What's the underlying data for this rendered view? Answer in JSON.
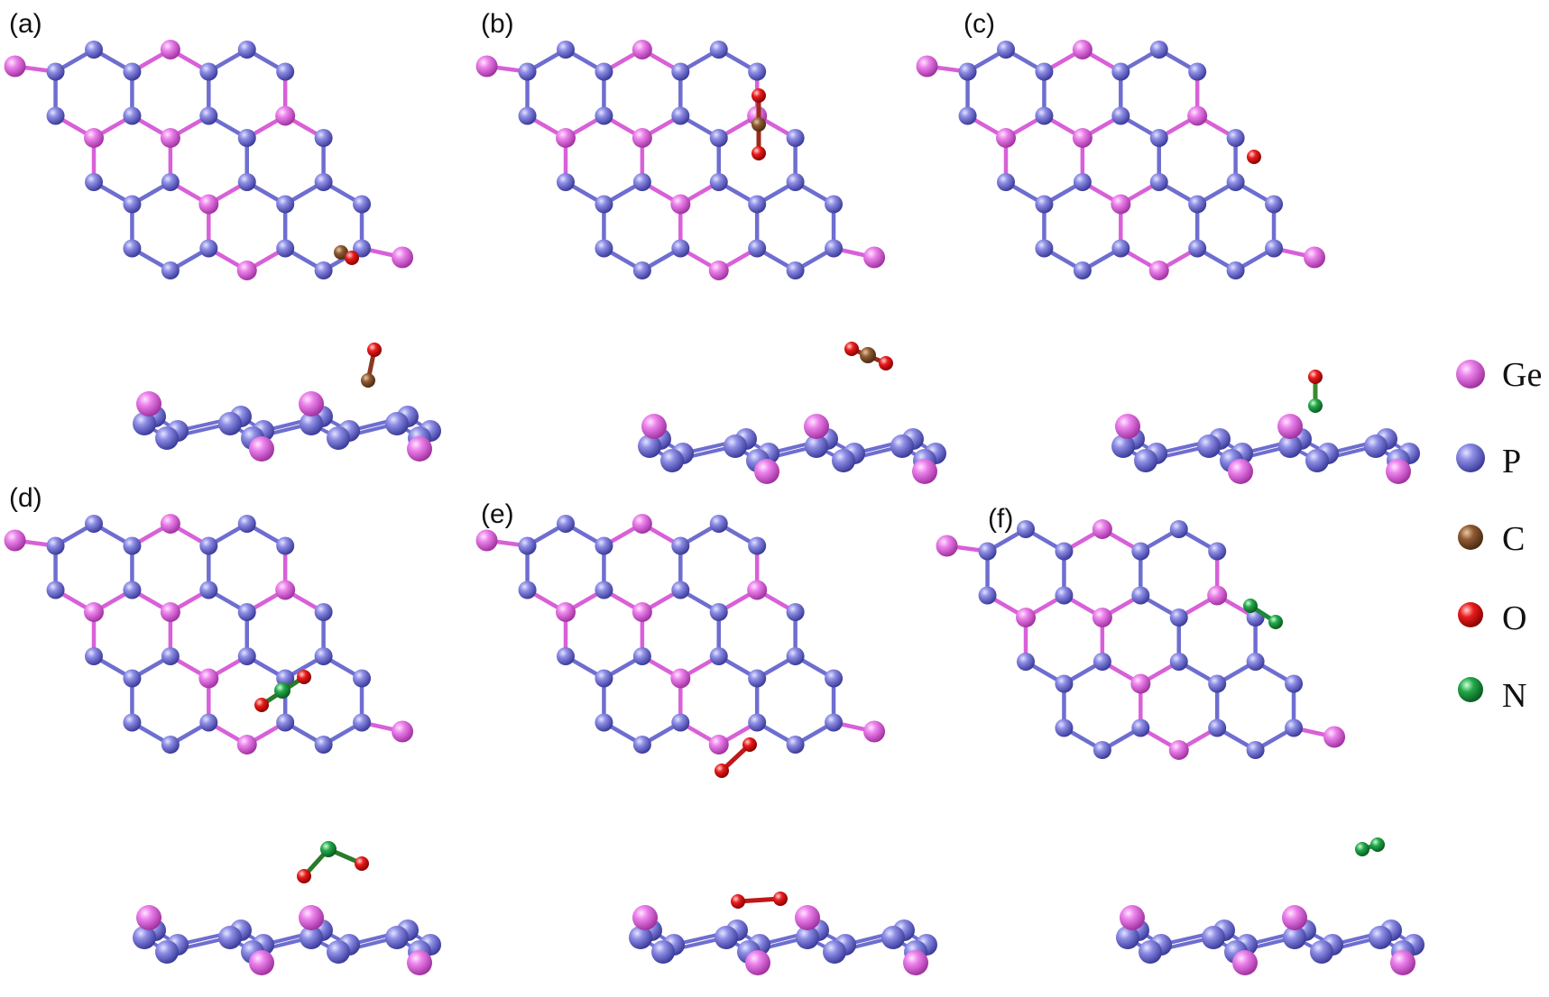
{
  "panels": [
    {
      "label": "(a)",
      "molecule": "CO"
    },
    {
      "label": "(b)",
      "molecule": "CO2"
    },
    {
      "label": "(c)",
      "molecule": "NO"
    },
    {
      "label": "(d)",
      "molecule": "NO2"
    },
    {
      "label": "(e)",
      "molecule": "O2"
    },
    {
      "label": "(f)",
      "molecule": "N2"
    }
  ],
  "legend": [
    {
      "label": "Ge",
      "color": "#e070e0",
      "icon": "ge-atom-icon"
    },
    {
      "label": "P",
      "color": "#7a7ad8",
      "icon": "p-atom-icon"
    },
    {
      "label": "C",
      "color": "#8a5530",
      "icon": "c-atom-icon"
    },
    {
      "label": "O",
      "color": "#e01818",
      "icon": "o-atom-icon"
    },
    {
      "label": "N",
      "color": "#1aa040",
      "icon": "n-atom-icon"
    }
  ],
  "colors": {
    "bond_p": "#6e6ed0",
    "bond_ge": "#d860d8"
  }
}
